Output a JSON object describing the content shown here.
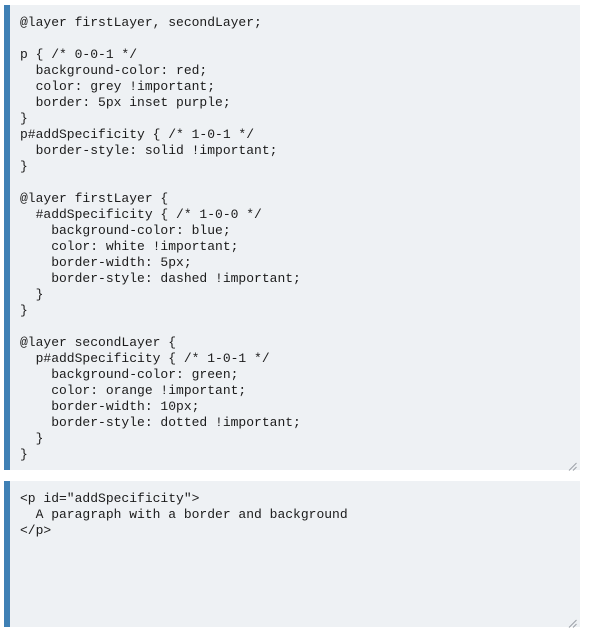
{
  "css_editor": {
    "lines": [
      "@layer firstLayer, secondLayer;",
      "",
      "p { /* 0-0-1 */",
      "  background-color: red;",
      "  color: grey !important;",
      "  border: 5px inset purple;",
      "}",
      "p#addSpecificity { /* 1-0-1 */",
      "  border-style: solid !important;",
      "}",
      "",
      "@layer firstLayer {",
      "  #addSpecificity { /* 1-0-0 */",
      "    background-color: blue;",
      "    color: white !important;",
      "    border-width: 5px;",
      "    border-style: dashed !important;",
      "  }",
      "}",
      "",
      "@layer secondLayer {",
      "  p#addSpecificity { /* 1-0-1 */",
      "    background-color: green;",
      "    color: orange !important;",
      "    border-width: 10px;",
      "    border-style: dotted !important;",
      "  }",
      "}"
    ]
  },
  "html_editor": {
    "lines": [
      "<p id=\"addSpecificity\">",
      "  A paragraph with a border and background",
      "</p>"
    ]
  },
  "colors": {
    "editor_background": "#eef1f4",
    "editor_accent": "#3f80b5",
    "code_text": "#1b1b1b"
  },
  "icons": [
    "resize-handle-icon"
  ]
}
